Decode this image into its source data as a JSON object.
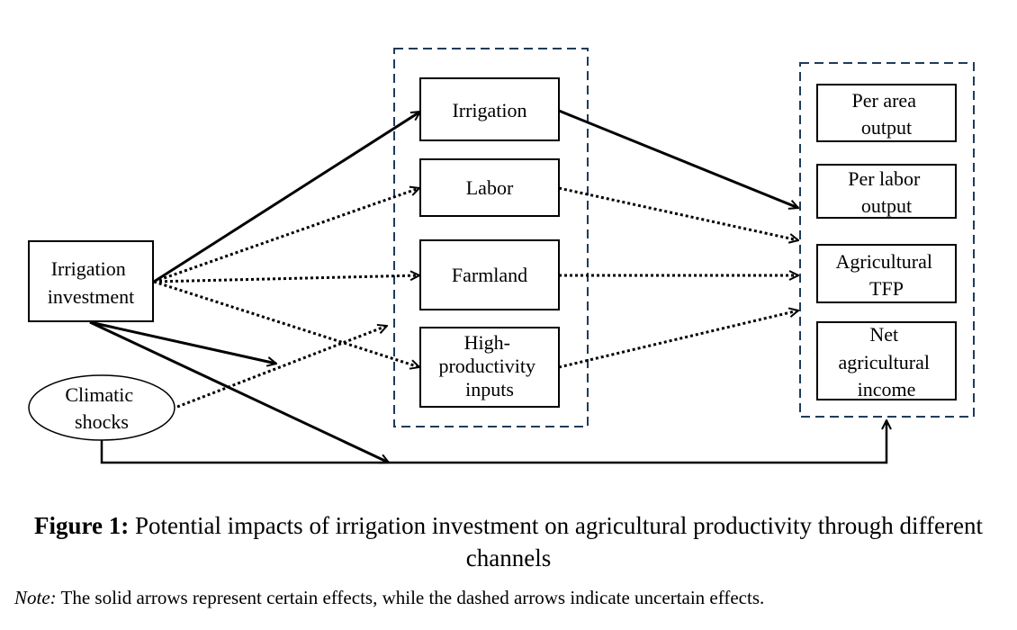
{
  "diagram": {
    "nodes": {
      "irrigation_investment": [
        "Irrigation",
        "investment"
      ],
      "climatic_shocks": [
        "Climatic",
        "shocks"
      ],
      "irrigation": [
        "Irrigation"
      ],
      "labor": [
        "Labor"
      ],
      "farmland": [
        "Farmland"
      ],
      "high_productivity_inputs": [
        "High-",
        "productivity",
        "inputs"
      ],
      "per_area_output": [
        "Per area",
        "output"
      ],
      "per_labor_output": [
        "Per labor",
        "output"
      ],
      "agricultural_tfp": [
        "Agricultural",
        "TFP"
      ],
      "net_agricultural_income": [
        "Net",
        "agricultural",
        "income"
      ]
    },
    "edges": [
      {
        "from": "irrigation_investment",
        "to": "irrigation",
        "style": "solid"
      },
      {
        "from": "irrigation_investment",
        "to": "labor",
        "style": "dotted"
      },
      {
        "from": "irrigation_investment",
        "to": "farmland",
        "style": "dotted"
      },
      {
        "from": "irrigation_investment",
        "to": "high_productivity_inputs",
        "style": "dotted"
      },
      {
        "from": "irrigation_investment",
        "to": "climatic_shocks_interaction",
        "style": "solid"
      },
      {
        "from": "irrigation_investment",
        "to": "outcomes",
        "style": "solid"
      },
      {
        "from": "climatic_shocks",
        "to": "channels",
        "style": "dotted"
      },
      {
        "from": "climatic_shocks",
        "to": "outcomes",
        "style": "solid"
      },
      {
        "from": "irrigation",
        "to": "outcomes",
        "style": "solid"
      },
      {
        "from": "labor",
        "to": "outcomes",
        "style": "dotted"
      },
      {
        "from": "farmland",
        "to": "outcomes",
        "style": "dotted"
      },
      {
        "from": "high_productivity_inputs",
        "to": "outcomes",
        "style": "dotted"
      }
    ]
  },
  "caption": {
    "label": "Figure 1:",
    "text": "Potential impacts of irrigation investment on agricultural productivity through different channels"
  },
  "note": {
    "label": "Note:",
    "text": "The solid arrows represent certain effects, while the dashed arrows indicate uncertain effects."
  }
}
